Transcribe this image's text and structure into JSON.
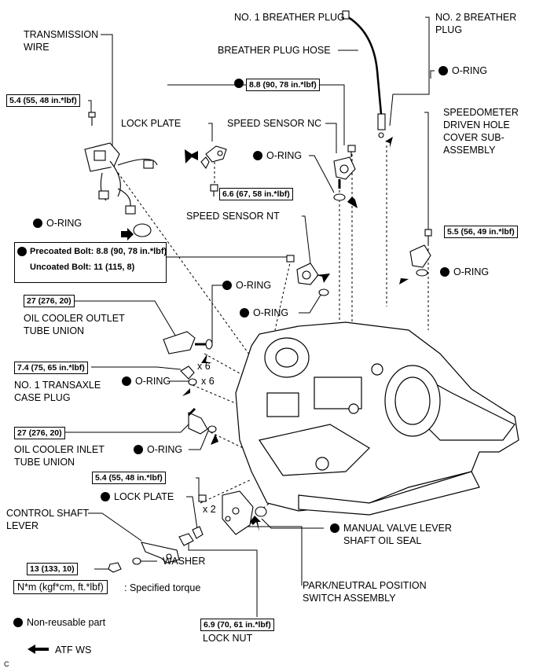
{
  "labels": {
    "no1_breather_plug": "NO. 1 BREATHER PLUG",
    "no2_breather_plug_1": "NO. 2 BREATHER",
    "no2_breather_plug_2": "PLUG",
    "breather_plug_hose": "BREATHER PLUG HOSE",
    "transmission_wire_1": "TRANSMISSION",
    "transmission_wire_2": "WIRE",
    "oring_top_right": "O-RING",
    "lock_plate_top": "LOCK PLATE",
    "speed_sensor_nc": "SPEED SENSOR NC",
    "speedo_cover_1": "SPEEDOMETER",
    "speedo_cover_2": "DRIVEN HOLE",
    "speedo_cover_3": "COVER SUB-",
    "speedo_cover_4": "ASSEMBLY",
    "oring_nc": "O-RING",
    "oring_left": "O-RING",
    "speed_sensor_nt": "SPEED SENSOR NT",
    "oring_speedo": "O-RING",
    "oring_outlet": "O-RING",
    "oring_nt": "O-RING",
    "oil_cooler_outlet_1": "OIL COOLER OUTLET",
    "oil_cooler_outlet_2": "TUBE UNION",
    "x6_a": "x 6",
    "x6_b": "x 6",
    "oring_case_plug": "O-RING",
    "no1_transaxle_1": "NO. 1 TRANSAXLE",
    "no1_transaxle_2": "CASE PLUG",
    "oil_cooler_inlet_1": "OIL COOLER INLET",
    "oil_cooler_inlet_2": "TUBE UNION",
    "oring_inlet": "O-RING",
    "lock_plate_bottom": "LOCK PLATE",
    "x2": "x 2",
    "control_shaft_1": "CONTROL SHAFT",
    "control_shaft_2": "LEVER",
    "manual_valve_1": "MANUAL VALVE LEVER",
    "manual_valve_2": "SHAFT OIL SEAL",
    "washer": "WASHER",
    "park_neutral_1": "PARK/NEUTRAL POSITION",
    "park_neutral_2": "SWITCH ASSEMBLY",
    "lock_nut": "LOCK NUT",
    "figure_code": "C"
  },
  "torques": {
    "t_wire_bolt": "5.4 (55, 48 in.*lbf)",
    "t_nc_bolt": "8.8 (90, 78 in.*lbf)",
    "t_lock_plate": "6.6 (67, 58 in.*lbf)",
    "t_speedo": "5.5 (56, 49 in.*lbf)",
    "precoated": "Precoated Bolt: 8.8 (90, 78 in.*lbf)",
    "uncoated": "Uncoated Bolt: 11 (115, 8)",
    "t_outlet": "27 (276, 20)",
    "t_case_plug": "7.4 (75, 65 in.*lbf)",
    "t_inlet": "27 (276, 20)",
    "t_pnp": "5.4 (55, 48 in.*lbf)",
    "t_nut_13": "13 (133, 10)",
    "t_lock_nut": "6.9 (70, 61 in.*lbf)"
  },
  "legend": {
    "torque_box": "N*m (kgf*cm, ft.*lbf)",
    "torque_desc": ": Specified torque",
    "non_reusable": "Non-reusable part",
    "atf": "ATF WS"
  }
}
